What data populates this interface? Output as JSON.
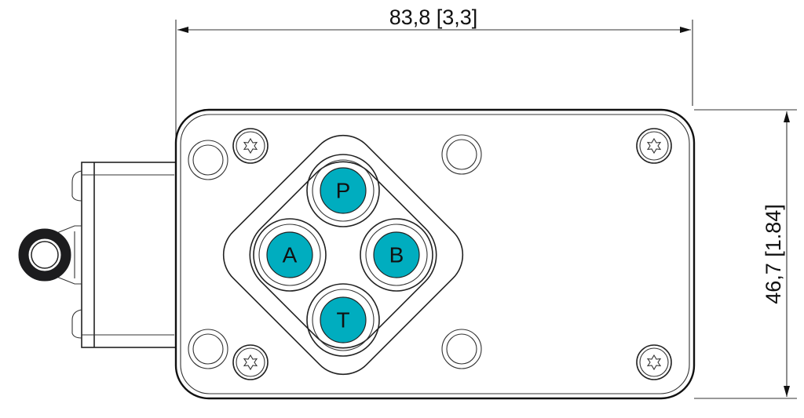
{
  "dimensions": {
    "width_label": "83,8 [3,3]",
    "height_label": "46,7 [1.84]"
  },
  "ports": [
    {
      "label": "P"
    },
    {
      "label": "A"
    },
    {
      "label": "B"
    },
    {
      "label": "T"
    }
  ],
  "colors": {
    "port_fill": "#00adbf",
    "line": "#222222"
  }
}
